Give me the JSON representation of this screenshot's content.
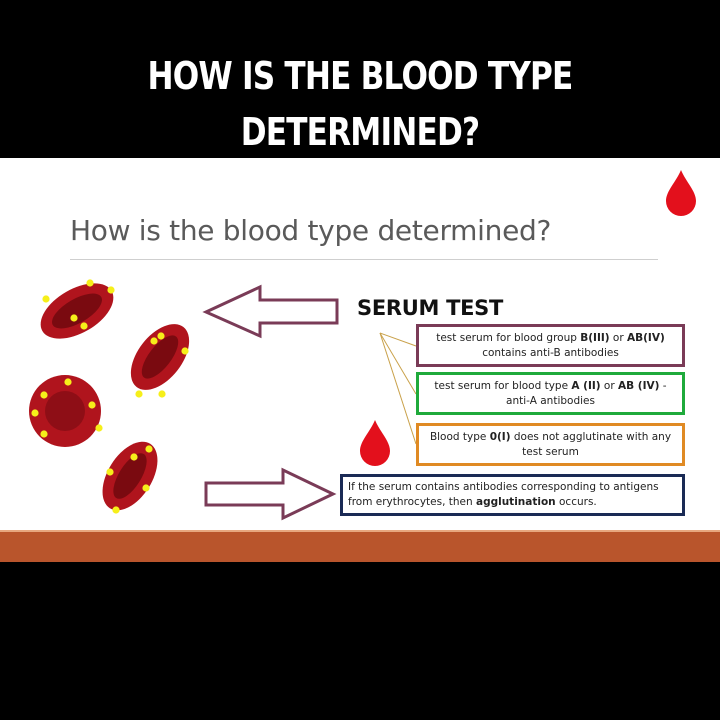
{
  "header": {
    "line1": "HOW IS THE BLOOD TYPE",
    "line2": "DETERMINED?"
  },
  "slide": {
    "title": "How is the blood type determined?",
    "serum_heading": "SERUM TEST",
    "boxes": {
      "b": {
        "pre": "test serum for blood group ",
        "bold1": "B(III)",
        "mid": " or ",
        "bold2": "AB(IV)",
        "post": " contains anti-B antibodies"
      },
      "a": {
        "pre": "test serum for blood type ",
        "bold1": "A (II)",
        "mid": " or ",
        "bold2": "AB (IV)",
        "post": " - anti-A antibodies"
      },
      "o": {
        "pre": "Blood type ",
        "bold1": "0(I)",
        "post": " does not agglutinate with any test serum"
      },
      "agglutination": {
        "pre": "If the serum contains antibodies corresponding to antigens from erythrocytes, then ",
        "bold1": "agglutination",
        "post": " occurs."
      }
    }
  },
  "colors": {
    "footer": "#b9552c",
    "blood_drop": "#e3101c",
    "cell_outer": "#b0141d",
    "cell_inner": "#7a0a10",
    "antigen": "#f6ef1a",
    "arrow_outline": "#7a3b57",
    "box_b": "#7a3b57",
    "box_a": "#1faa3b",
    "box_o": "#e08a23",
    "box_agg": "#1a2a55"
  },
  "icons": [
    "blood-drop-icon",
    "red-blood-cell-icon",
    "left-arrow-icon",
    "right-arrow-icon"
  ]
}
